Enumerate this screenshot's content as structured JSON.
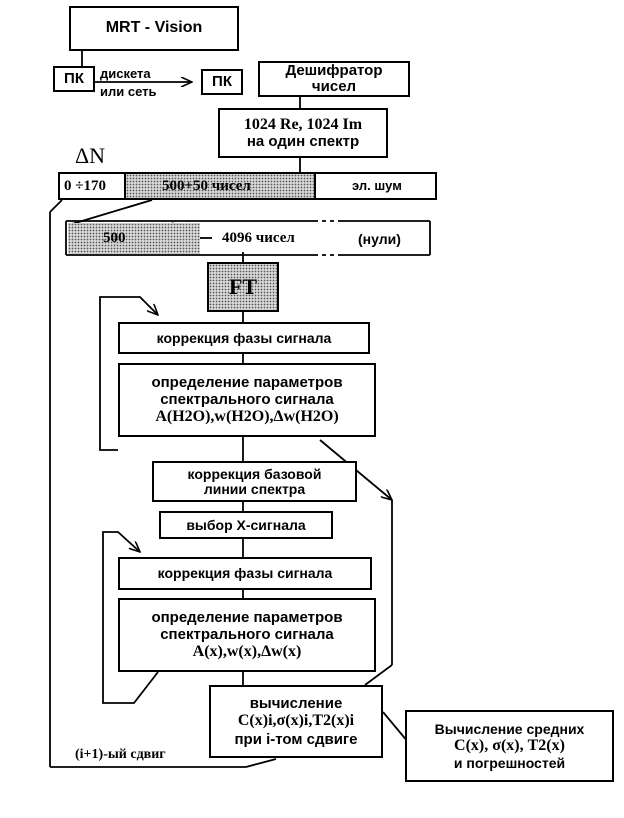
{
  "nodes": {
    "mrt": "MRT -  Vision",
    "pk_left": "ПК",
    "pk_right": "ПК",
    "link_line1": "дискета",
    "link_line2": "или  сеть",
    "decoder_line1": "Дешифратор",
    "decoder_line2": "чисел",
    "re_im_line1": "1024 Re, 1024 Im",
    "re_im_line2": "на один спектр",
    "delta_n": "ΔN",
    "range_first": "0 ÷170",
    "range_signal": "500+50  чисел",
    "noise": "эл. шум",
    "pad_500": "500",
    "pad_4096": "4096 чисел",
    "pad_zeros": "(нули)",
    "ft": "FT",
    "phase1": "коррекция фазы сигнала",
    "params1_line1": "определение параметров",
    "params1_line2": "спектрального сигнала",
    "params1_line3": "A(H2O),w(H2O),Δw(H2O)",
    "baseline_line1": "коррекция базовой",
    "baseline_line2": "линии спектра",
    "xselect": "выбор X-сигнала",
    "phase2": "коррекция фазы сигнала",
    "params2_line1": "определение параметров",
    "params2_line2": "спектрального сигнала",
    "params2_line3": "A(x),w(x),Δw(x)",
    "calc_line1": "вычисление",
    "calc_line2": "C(x)i,σ(x)i,T2(x)i",
    "calc_line3": "при i-том сдвиге",
    "shift_label": "(i+1)-ый сдвиг",
    "avg_line1": "Вычисление средних",
    "avg_line2": "C(x), σ(x), T2(x)",
    "avg_line3": "и погрешностей"
  }
}
